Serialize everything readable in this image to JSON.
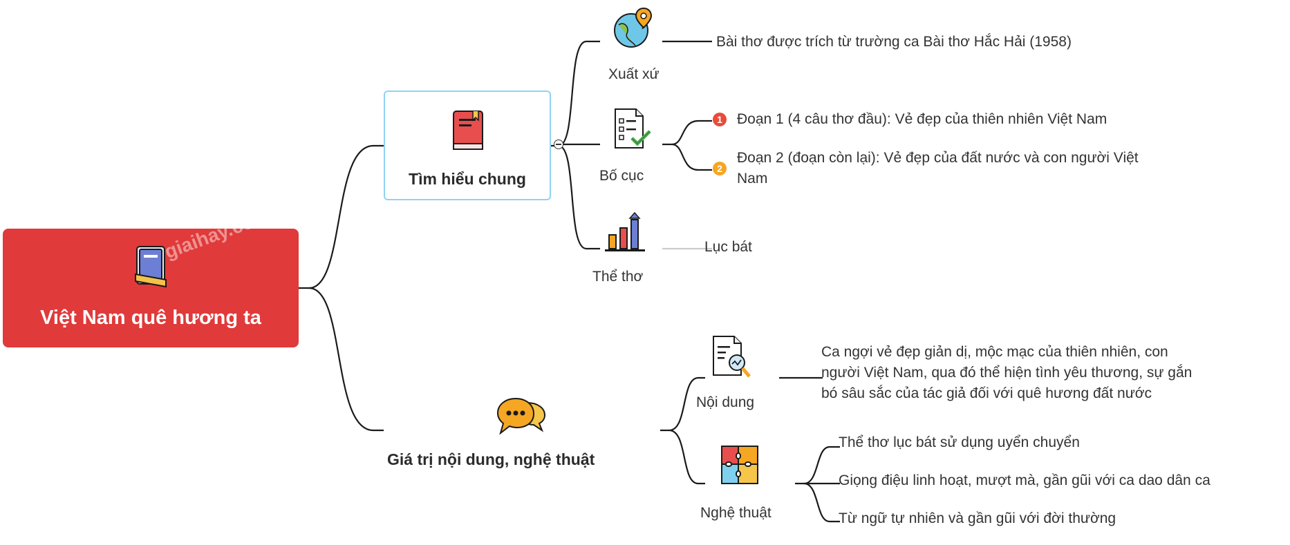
{
  "root": {
    "title": "Việt Nam quê hương ta",
    "watermark": "giaihay.com"
  },
  "branches": {
    "general": {
      "title": "Tìm hiểu chung",
      "items": {
        "origin": {
          "label": "Xuất xứ",
          "text": "Bài thơ được trích từ trường ca Bài thơ Hắc Hải (1958)"
        },
        "layout": {
          "label": "Bố cục",
          "parts": [
            {
              "badge": "1",
              "text": "Đoạn 1 (4 câu thơ đầu): Vẻ đẹp của thiên nhiên Việt Nam"
            },
            {
              "badge": "2",
              "text_line1": "Đoạn 2 (đoạn còn lại): Vẻ đẹp của đất nước và con người Việt",
              "text_line2": "Nam"
            }
          ]
        },
        "form": {
          "label": "Thể thơ",
          "text": "Lục bát"
        }
      }
    },
    "value": {
      "title": "Giá trị nội dung, nghệ thuật",
      "items": {
        "content": {
          "label": "Nội dung",
          "lines": [
            "Ca ngợi vẻ đẹp giản dị, mộc mạc của thiên nhiên, con",
            "người Việt Nam, qua đó thể hiện tình yêu thương, sự gắn",
            "bó sâu sắc của tác giả đối với quê hương đất nước"
          ]
        },
        "art": {
          "label": "Nghệ thuật",
          "points": [
            "Thể thơ lục bát sử dụng uyển chuyển",
            "Giọng điệu linh hoạt, mượt mà, gần gũi với ca dao dân ca",
            "Từ ngữ tự nhiên và gần gũi với đời thường"
          ]
        }
      }
    }
  },
  "colors": {
    "root": "#e03a3a",
    "card_border": "#8fd3f2",
    "badge1": "#e74c3c",
    "badge2": "#f5a623"
  }
}
